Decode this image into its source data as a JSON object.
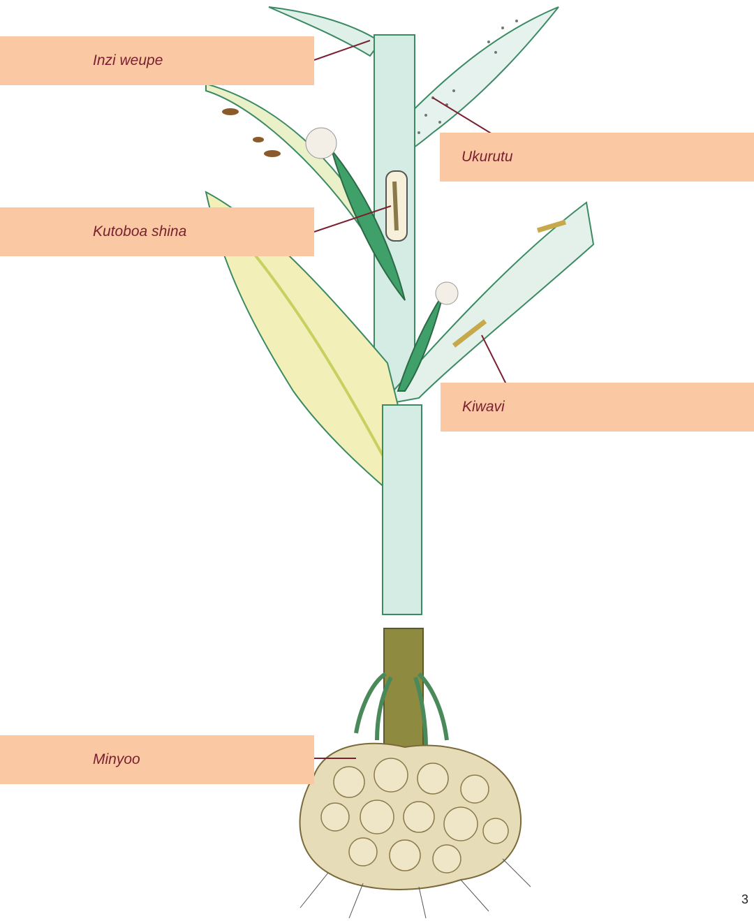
{
  "colors": {
    "label_fill": "#FBC8A4",
    "label_text": "#7A2030",
    "leader_line": "#7A2030",
    "stem": "#D5ECE4",
    "leaf_green": "#3FA06A",
    "leaf_yellow": "#E7E48A",
    "root_mass": "#E6DCB8"
  },
  "labels": {
    "whitefly": "Inzi weupe",
    "mildew": "Ukurutu",
    "stem_borer": "Kutoboa shina",
    "caterpillar": "Kiwavi",
    "nematodes": "Minyoo"
  },
  "page_number": "3"
}
